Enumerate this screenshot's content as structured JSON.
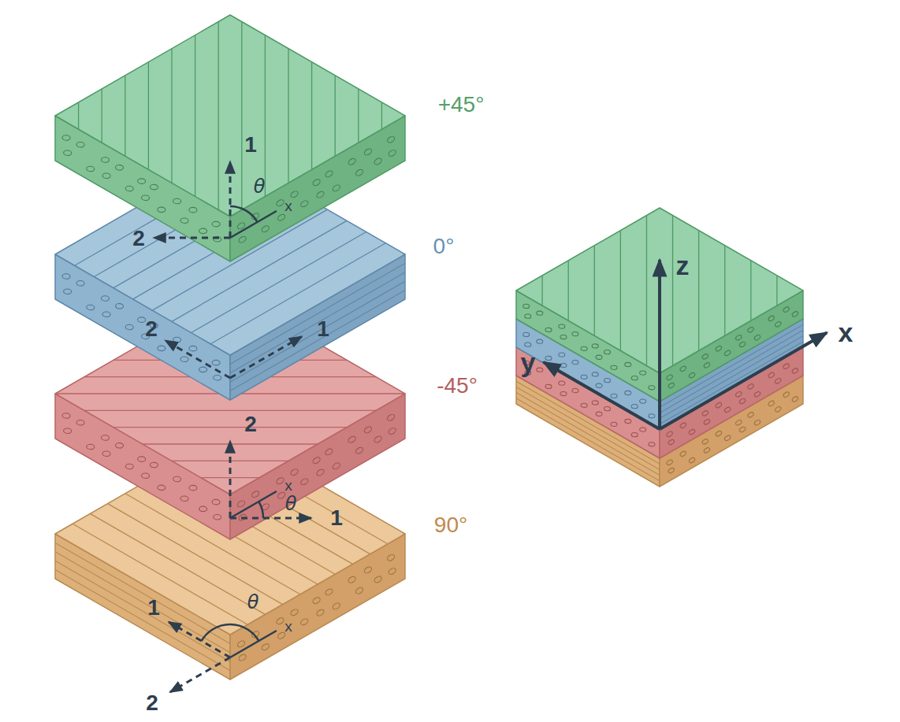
{
  "diagram": {
    "labels": [
      "+45°",
      "1",
      "θ",
      "x",
      "2",
      "0°",
      "2",
      "1",
      "-45°",
      "2",
      "x",
      "θ",
      "1",
      "90°",
      "θ",
      "x",
      "1",
      "2",
      "z",
      "x",
      "y"
    ]
  }
}
